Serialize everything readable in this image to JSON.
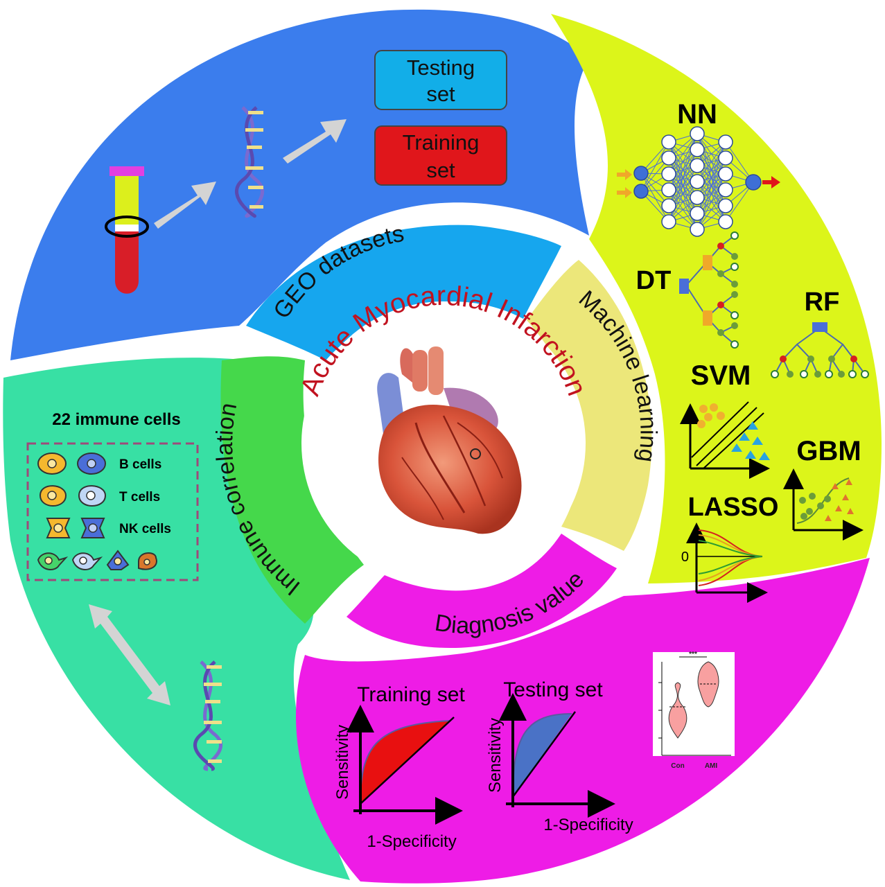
{
  "center": {
    "title": "Acute Myocardial Infarction"
  },
  "ring": {
    "geo": "GEO datasets",
    "ml": "Machine learning",
    "immune": "Immune correlation",
    "diagnosis": "Diagnosis value"
  },
  "geo_panel": {
    "testing_line1": "Testing",
    "testing_line2": "set",
    "training_line1": "Training",
    "training_line2": "set"
  },
  "ml_panel": {
    "methods": [
      "NN",
      "DT",
      "RF",
      "SVM",
      "GBM",
      "LASSO"
    ],
    "lasso_zero": "0"
  },
  "immune_panel": {
    "title": "22 immune cells",
    "cells": [
      "B cells",
      "T cells",
      "NK cells"
    ]
  },
  "diagnosis_panel": {
    "training_title": "Training set",
    "testing_title": "Testing set",
    "y_label": "Sensitivity",
    "x_label": "1-Specificity",
    "violin_groups": [
      "Con",
      "AMI"
    ],
    "violin_sig": "***"
  },
  "colors": {
    "geo_blue": "#3b7ded",
    "ml_yellow": "#dcf51a",
    "immune_green": "#38e0a4",
    "diag_magenta": "#ee1ce6",
    "testing_box": "#12aee8",
    "training_box": "#e0161b"
  }
}
